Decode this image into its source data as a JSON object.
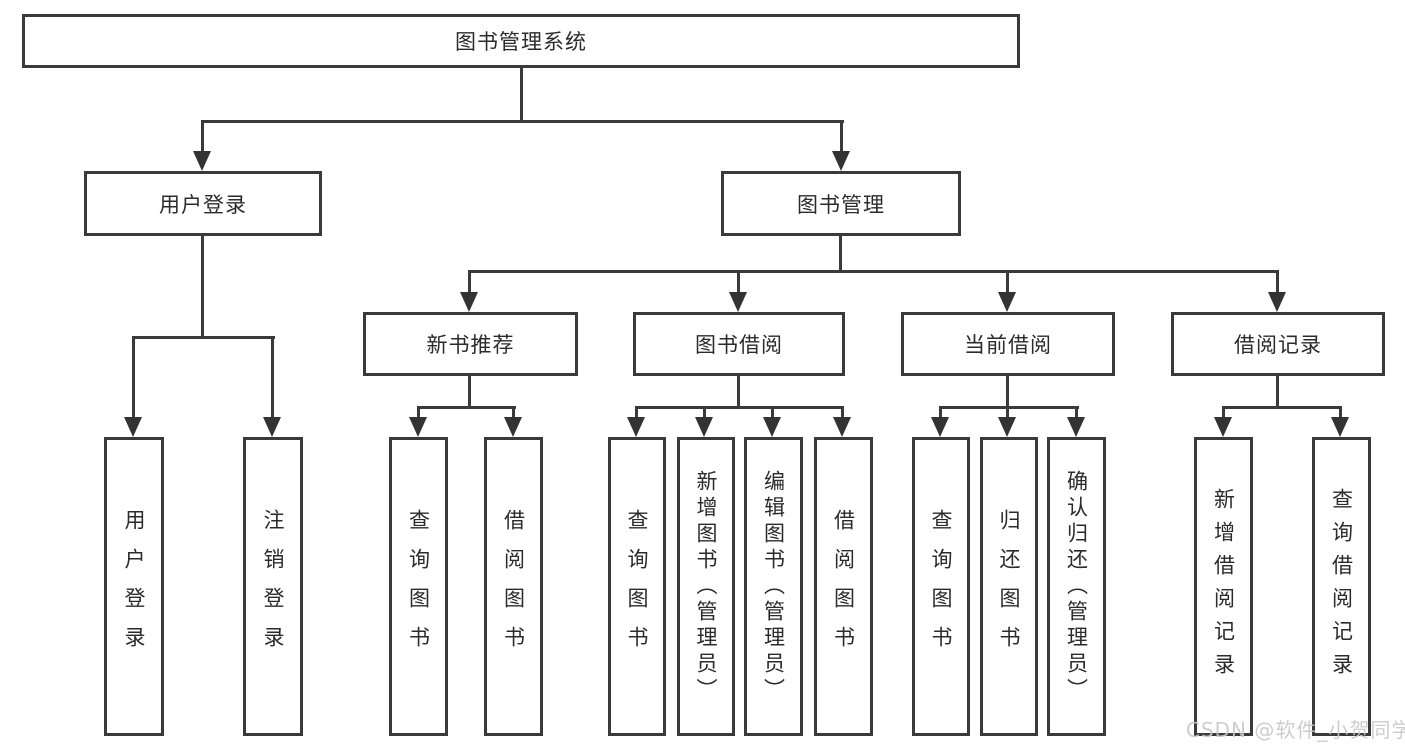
{
  "diagram": {
    "type": "tree",
    "root": {
      "label": "图书管理系统"
    },
    "branches": [
      {
        "label": "用户登录",
        "children": [
          {
            "label": "用户登录"
          },
          {
            "label": "注销登录"
          }
        ]
      },
      {
        "label": "图书管理",
        "children": [
          {
            "label": "新书推荐",
            "children": [
              {
                "label": "查询图书"
              },
              {
                "label": "借阅图书"
              }
            ]
          },
          {
            "label": "图书借阅",
            "children": [
              {
                "label": "查询图书"
              },
              {
                "label": "新增图书（管理员）"
              },
              {
                "label": "编辑图书（管理员）"
              },
              {
                "label": "借阅图书"
              }
            ]
          },
          {
            "label": "当前借阅",
            "children": [
              {
                "label": "查询图书"
              },
              {
                "label": "归还图书"
              },
              {
                "label": "确认归还（管理员）"
              }
            ]
          },
          {
            "label": "借阅记录",
            "children": [
              {
                "label": "新增借阅记录"
              },
              {
                "label": "查询借阅记录"
              }
            ]
          }
        ]
      }
    ]
  },
  "watermark": {
    "text": "CSDN @软件_小贺同学"
  },
  "colors": {
    "background": "#ffffff",
    "box_border": "#3a3a3a",
    "box_fill": "#ffffff",
    "connector_line": "#3a3a3a",
    "arrowhead": "#333333",
    "text": "#2b2b2b",
    "watermark_text": "#c8c8c8"
  }
}
